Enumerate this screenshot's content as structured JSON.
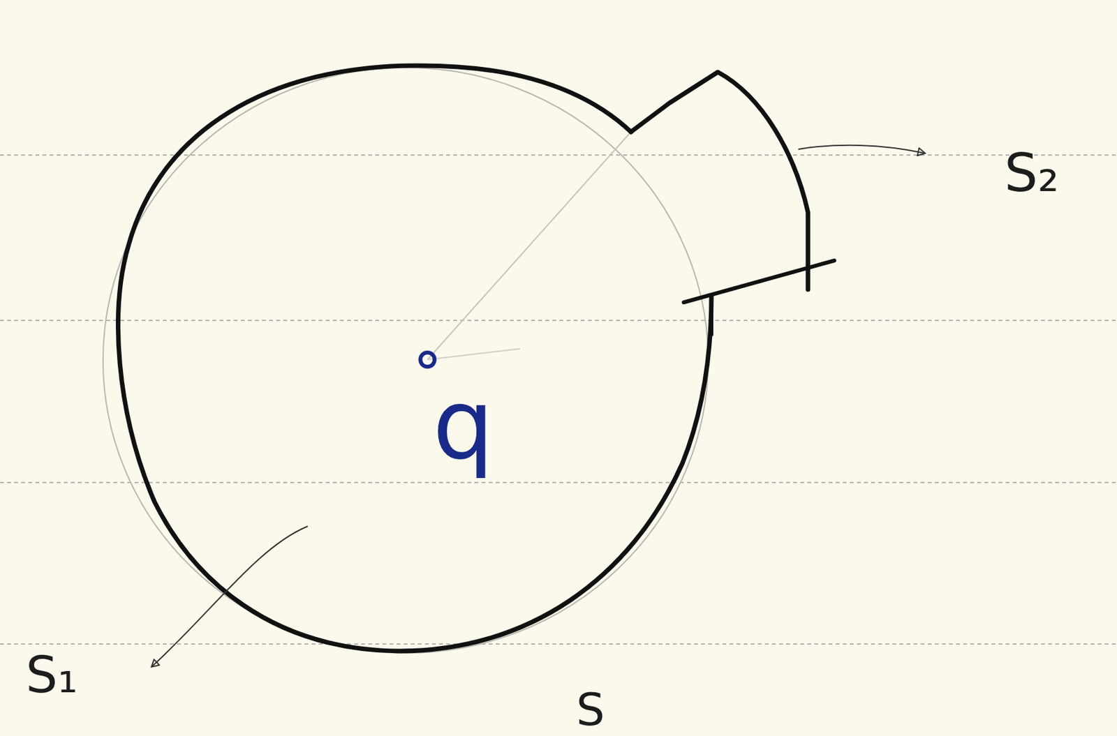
{
  "diagram": {
    "labels": [
      "q",
      "S₁",
      "S₂",
      "S"
    ]
  }
}
